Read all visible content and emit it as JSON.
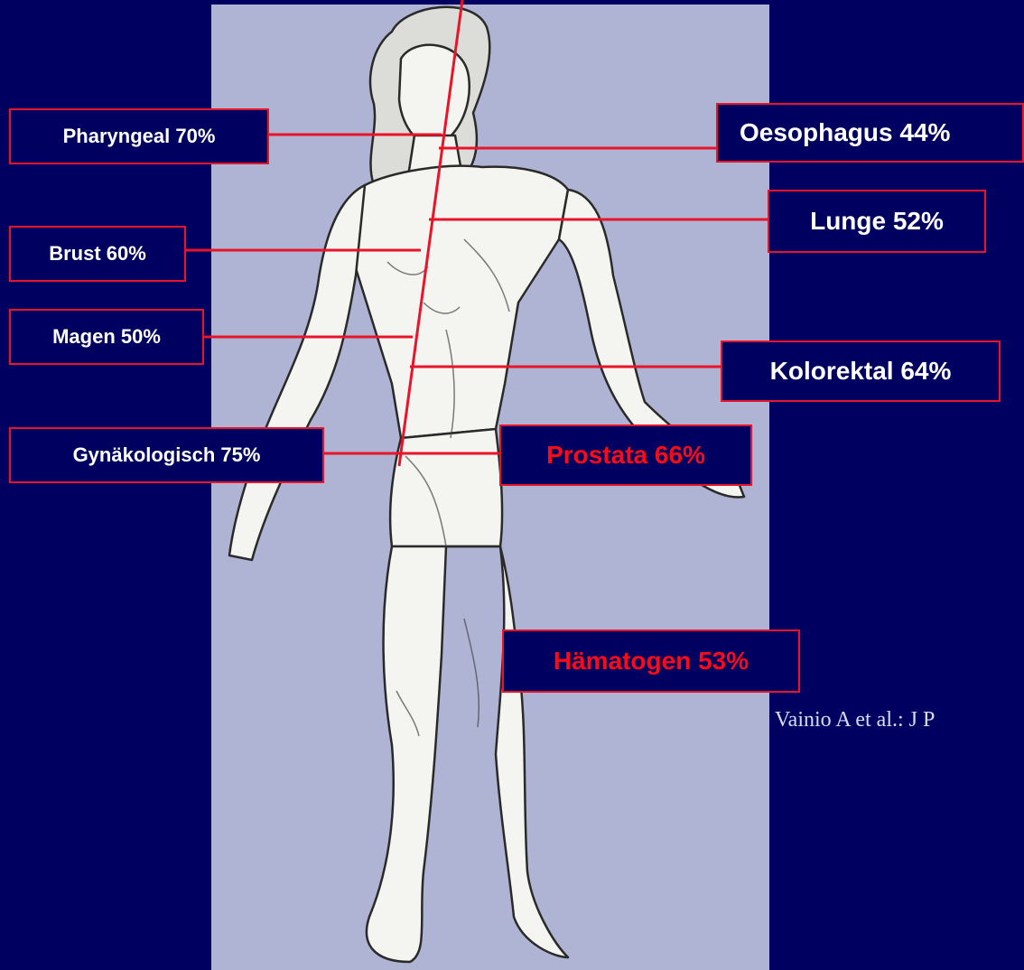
{
  "colors": {
    "background": "#000060",
    "panel": "#b0b4d4",
    "line": "#e8142a",
    "label_text": "#ffffff",
    "label_highlight_text": "#ff0a14"
  },
  "labels": [
    {
      "id": "pharyngeal",
      "text": "Pharyngeal 70%",
      "highlight": false
    },
    {
      "id": "oesophagus",
      "text": "Oesophagus 44%",
      "highlight": false
    },
    {
      "id": "lunge",
      "text": "Lunge 52%",
      "highlight": false
    },
    {
      "id": "brust",
      "text": "Brust 60%",
      "highlight": false
    },
    {
      "id": "magen",
      "text": "Magen 50%",
      "highlight": false
    },
    {
      "id": "kolorektal",
      "text": "Kolorektal 64%",
      "highlight": false
    },
    {
      "id": "gynaekologisch",
      "text": "Gynäkologisch 75%",
      "highlight": false
    },
    {
      "id": "prostata",
      "text": "Prostata 66%",
      "highlight": true
    },
    {
      "id": "haematogen",
      "text": "Hämatogen 53%",
      "highlight": true
    }
  ],
  "citation": "Vainio A et al.: J P"
}
